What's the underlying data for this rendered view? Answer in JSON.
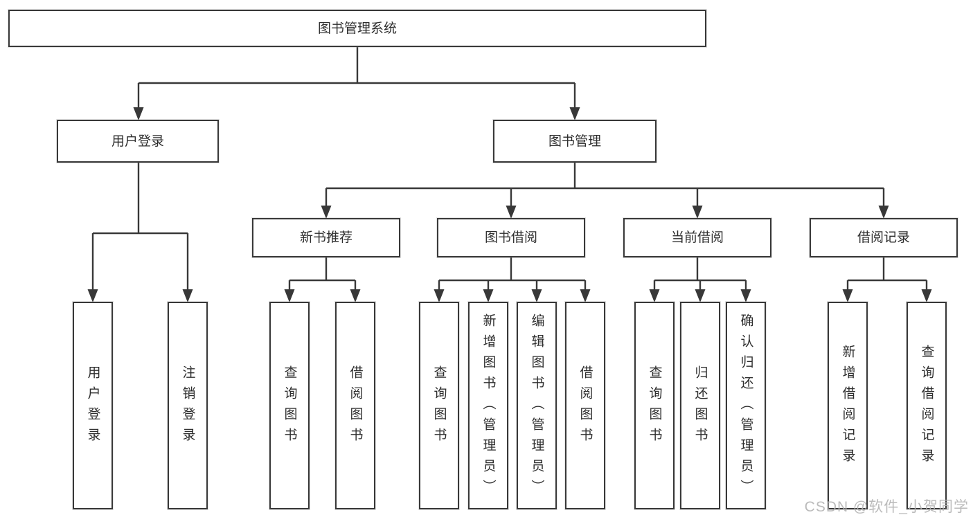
{
  "watermark": "CSDN @软件_小贺同学",
  "colors": {
    "line": "#383838",
    "box_border": "#383838",
    "text": "#2e2e2e",
    "background": "#ffffff",
    "watermark": "#b2b2b2"
  },
  "tree": {
    "root": {
      "label": "图书管理系统",
      "children": [
        {
          "label": "用户登录",
          "children": [
            {
              "label": "用户登录"
            },
            {
              "label": "注销登录"
            }
          ]
        },
        {
          "label": "图书管理",
          "children": [
            {
              "label": "新书推荐",
              "children": [
                {
                  "label": "查询图书"
                },
                {
                  "label": "借阅图书"
                }
              ]
            },
            {
              "label": "图书借阅",
              "children": [
                {
                  "label": "查询图书"
                },
                {
                  "label": "新增图书（管理员）"
                },
                {
                  "label": "编辑图书（管理员）"
                },
                {
                  "label": "借阅图书"
                }
              ]
            },
            {
              "label": "当前借阅",
              "children": [
                {
                  "label": "查询图书"
                },
                {
                  "label": "归还图书"
                },
                {
                  "label": "确认归还（管理员）"
                }
              ]
            },
            {
              "label": "借阅记录",
              "children": [
                {
                  "label": "新增借阅记录"
                },
                {
                  "label": "查询借阅记录"
                }
              ]
            }
          ]
        }
      ]
    }
  }
}
